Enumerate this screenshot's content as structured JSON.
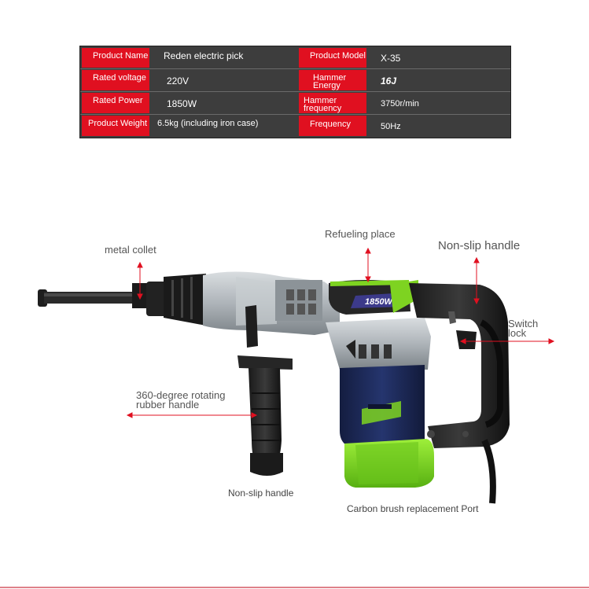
{
  "specs": {
    "rows": [
      {
        "l1": "Product Name",
        "v1": "Reden electric pick",
        "l2": "Product Model",
        "v2": "X-35"
      },
      {
        "l1": "Rated voltage",
        "v1": "220V",
        "l2": "Hammer Energy",
        "v2": "16J"
      },
      {
        "l1": "Rated Power",
        "v1": "1850W",
        "l2": "Hammer frequency",
        "v2": "3750r/min"
      },
      {
        "l1": "Product Weight",
        "v1": "6.5kg (including iron case)",
        "l2": "Frequency",
        "v2": "50Hz"
      }
    ]
  },
  "callouts": {
    "metal_collet": "metal collet",
    "refueling": "Refueling place",
    "nonslip_top": "Non-slip handle",
    "switch_lock": "Switch lock",
    "rotating_handle": "360-degree rotating rubber handle",
    "nonslip_bottom": "Non-slip handle",
    "carbon_brush": "Carbon brush replacement Port"
  },
  "tool": {
    "badge": "1850W",
    "colors": {
      "accent_green": "#7ed321",
      "red": "#e01020",
      "navy": "#1c2a5c"
    }
  }
}
